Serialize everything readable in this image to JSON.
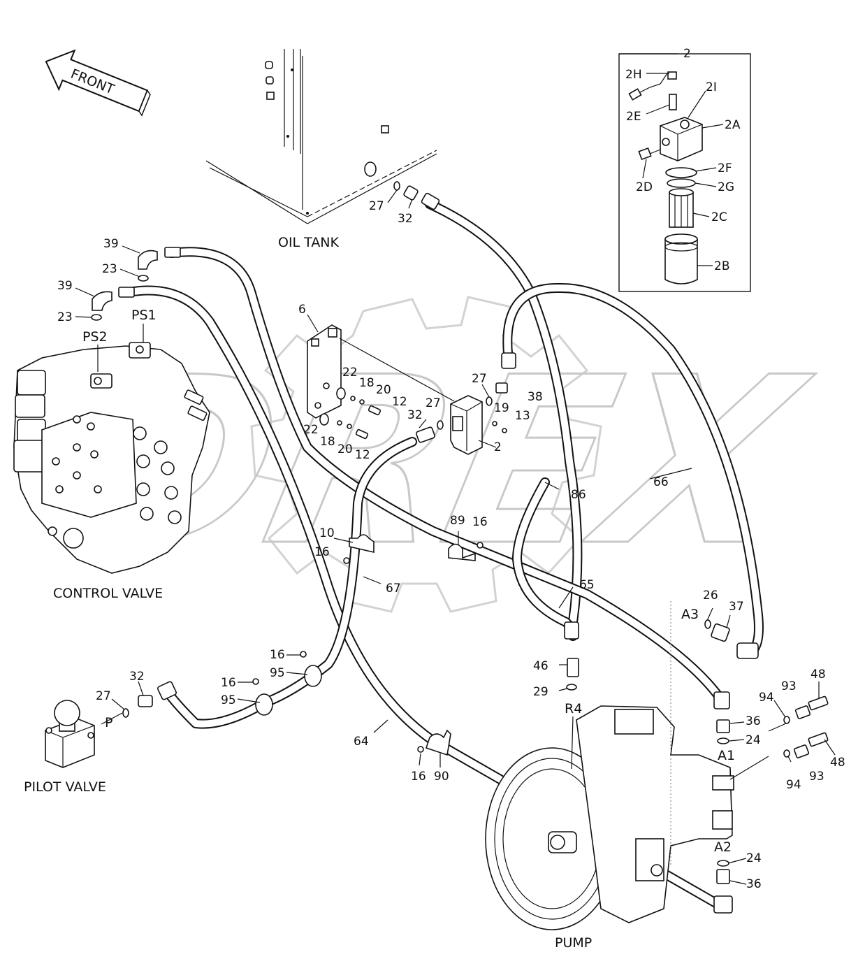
{
  "corner_mark": "",
  "arrow": {
    "label": "FRONT"
  },
  "components": {
    "oil_tank": "OIL TANK",
    "control_valve": "CONTROL VALVE",
    "pilot_valve": "PILOT VALVE",
    "pump": "PUMP"
  },
  "port_labels": {
    "ps1": "PS1",
    "ps2": "PS2",
    "p": "P",
    "r4": "R4",
    "a1": "A1",
    "a2": "A2",
    "a3": "A3"
  },
  "inset": {
    "title": "2",
    "labels": [
      "2H",
      "2I",
      "2E",
      "2A",
      "2F",
      "2D",
      "2G",
      "2C",
      "2B"
    ]
  },
  "callouts": [
    "27",
    "32",
    "39",
    "23",
    "39",
    "23",
    "6",
    "22",
    "18",
    "20",
    "12",
    "22",
    "18",
    "20",
    "12",
    "27",
    "38",
    "27",
    "19",
    "13",
    "32",
    "2",
    "86",
    "66",
    "89",
    "16",
    "10",
    "16",
    "67",
    "65",
    "26",
    "37",
    "46",
    "29",
    "16",
    "95",
    "16",
    "95",
    "32",
    "27",
    "64",
    "16",
    "90",
    "36",
    "24",
    "93",
    "94",
    "48",
    "94",
    "93",
    "48",
    "24",
    "36"
  ],
  "watermark": "DREX"
}
